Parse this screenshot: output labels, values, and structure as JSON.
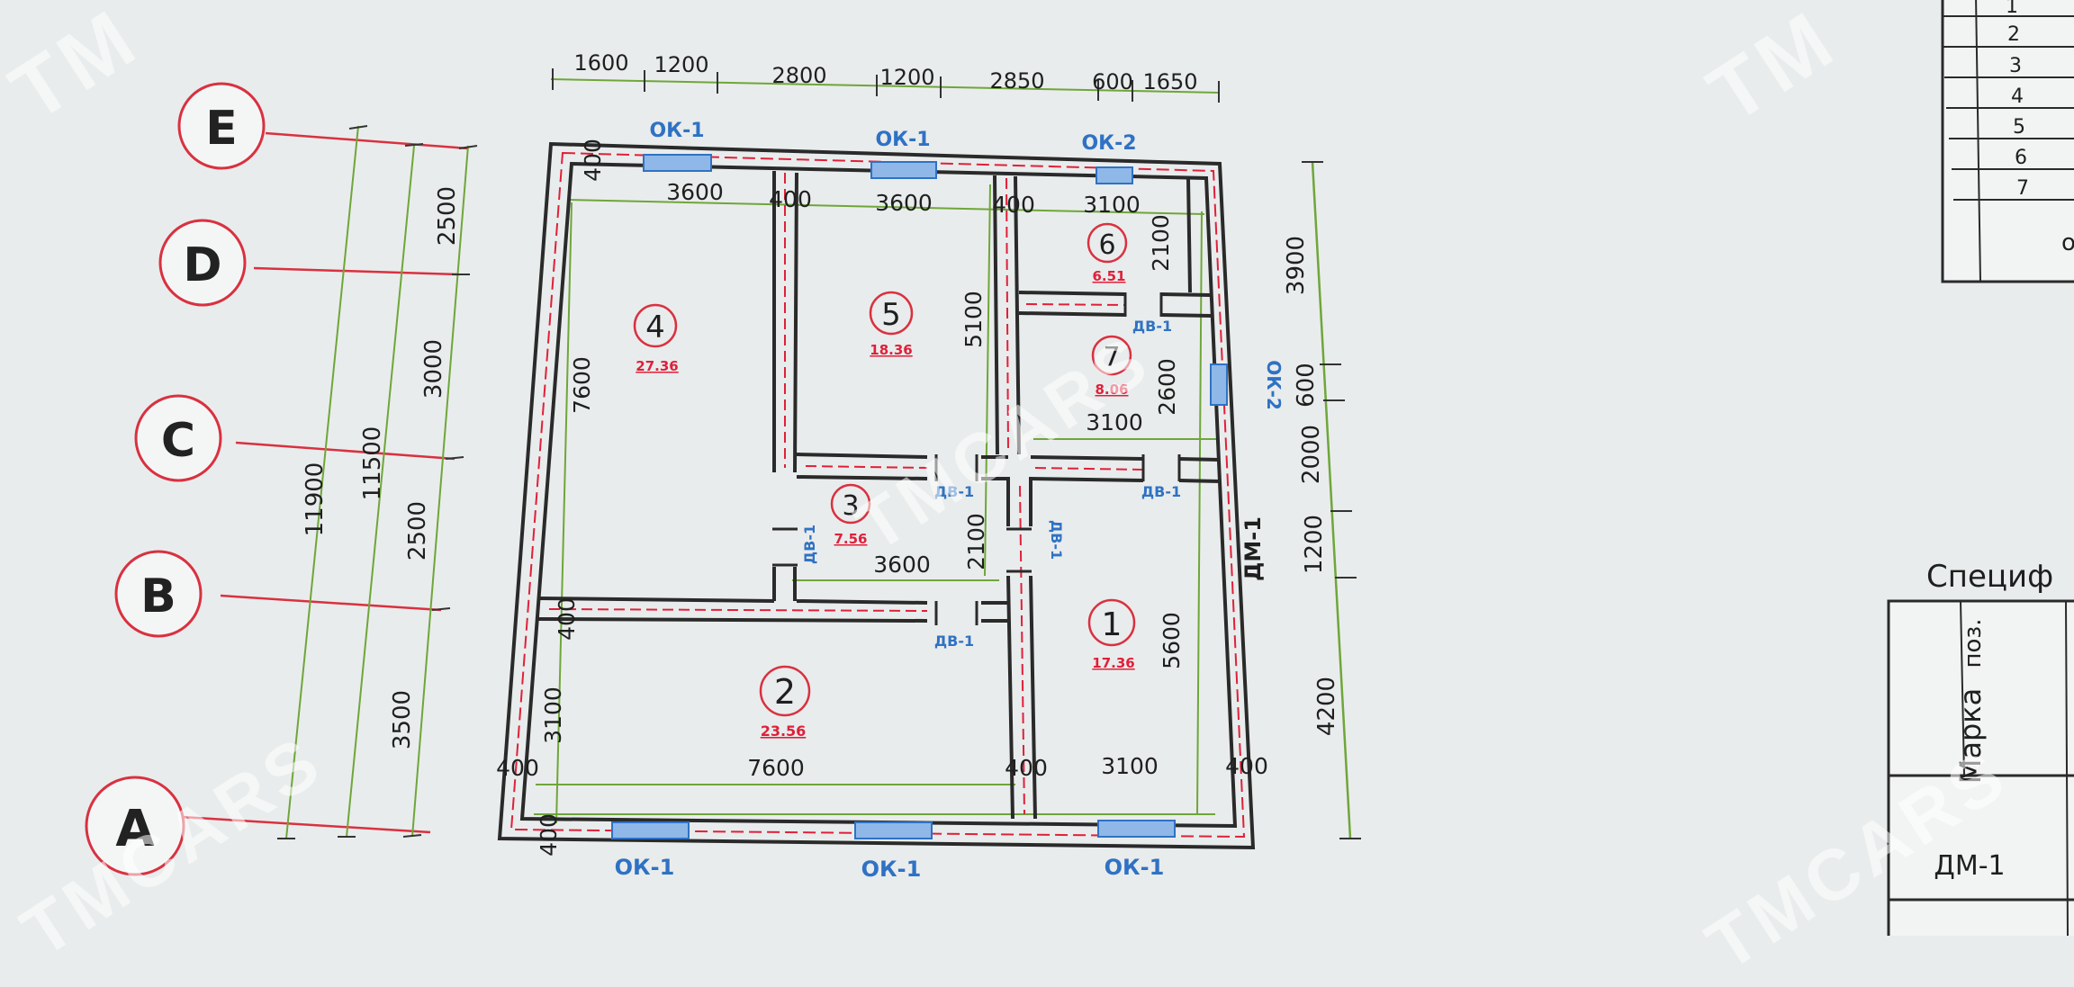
{
  "axes": [
    {
      "label": "E"
    },
    {
      "label": "D"
    },
    {
      "label": "C"
    },
    {
      "label": "B"
    },
    {
      "label": "A"
    }
  ],
  "top_dims": [
    "1600",
    "1200",
    "2800",
    "1200",
    "2850",
    "600",
    "1650"
  ],
  "left_dims": {
    "overall_outer": "11900",
    "overall_inner": "11500",
    "segments": [
      "2500",
      "3000",
      "2500",
      "3500"
    ]
  },
  "right_dims": [
    "3900",
    "600",
    "2000",
    "1200",
    "4200"
  ],
  "rooms": [
    {
      "number": "1",
      "area": "17.36"
    },
    {
      "number": "2",
      "area": "23.56"
    },
    {
      "number": "3",
      "area": "7.56"
    },
    {
      "number": "4",
      "area": "27.36"
    },
    {
      "number": "5",
      "area": "18.36"
    },
    {
      "number": "6",
      "area": "6.51"
    },
    {
      "number": "7",
      "area": "8.06"
    }
  ],
  "plan_dims": {
    "wall": "400",
    "w3600": "3600",
    "w3100": "3100",
    "w7600": "7600",
    "w2100": "2100",
    "w5100": "5100",
    "w2600": "2600",
    "w5600": "5600"
  },
  "openings": {
    "window1": "ОК-1",
    "window2": "ОК-2",
    "door1": "ДВ-1",
    "entry_door": "ДМ-1"
  },
  "right_table": {
    "rows": [
      "1",
      "2",
      "3",
      "4",
      "5",
      "6",
      "7"
    ],
    "cut_cell": "о",
    "spec_title": "Специф",
    "col_header_1": "Марка",
    "col_header_2": "поз.",
    "spec_row": "ДМ-1"
  },
  "watermark": "TMCARS",
  "watermark_short": "TM",
  "colors": {
    "paper": "#e9ecec",
    "wall": "#2a2a2a",
    "axis_red": "#d93140",
    "dim_green": "#6fa63a",
    "area_red": "#e0203a",
    "opening_blue": "#2f72c4",
    "window_fill": "#8fb8e8"
  }
}
